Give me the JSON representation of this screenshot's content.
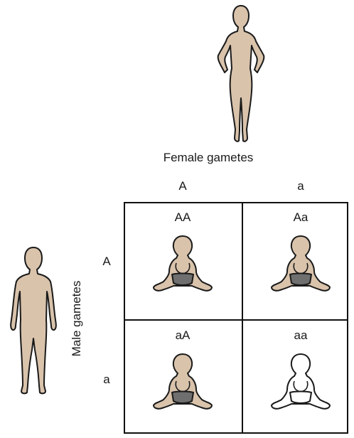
{
  "figure": {
    "female_label": "Female gametes",
    "male_label": "Male gametes",
    "female_alleles": [
      "A",
      "a"
    ],
    "male_alleles": [
      "A",
      "a"
    ],
    "cells": [
      {
        "genotype": "AA",
        "phenotype": "shaded"
      },
      {
        "genotype": "Aa",
        "phenotype": "shaded"
      },
      {
        "genotype": "aA",
        "phenotype": "shaded"
      },
      {
        "genotype": "aa",
        "phenotype": "unshaded"
      }
    ]
  },
  "colors": {
    "skin": "#d9c3ab",
    "outline": "#1a1a1a",
    "diaper": "#6f6f6f",
    "unshaded_skin": "#ffffff",
    "unshaded_diaper": "#ffffff"
  }
}
